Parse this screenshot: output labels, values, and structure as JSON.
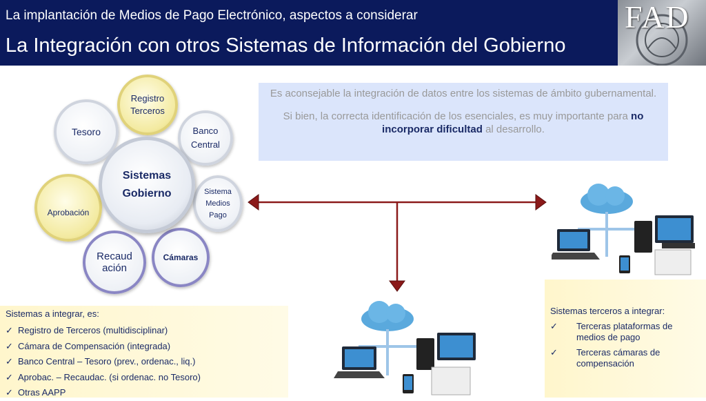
{
  "header": {
    "subtitle": "La implantación de Medios de Pago Electrónico, aspectos a considerar",
    "title": "La Integración con otros Sistemas de Información del Gobierno",
    "logo_text": "FAD",
    "background": "#0b1a5c"
  },
  "info": {
    "line1": "Es aconsejable la integración de datos entre los sistemas de ámbito gubernamental.",
    "line2_pre": "Si bien, la correcta identificación de los esenciales, es muy importante para",
    "line2_bold": "no incorporar dificultad",
    "line2_post": "al desarrollo."
  },
  "diagram": {
    "center": {
      "line1": "Sistemas",
      "line2": "Gobierno"
    },
    "registro": {
      "line1": "Registro",
      "line2": "Terceros"
    },
    "tesoro": "Tesoro",
    "banco": {
      "line1": "Banco",
      "line2": "Central"
    },
    "sistema": {
      "line1": "Sistema",
      "line2": "Medios",
      "line3": "Pago"
    },
    "aprobacion": "Aprobación",
    "recaudacion": {
      "line1": "Recaud",
      "line2": "ación"
    },
    "camaras": "Cámaras"
  },
  "left_list": {
    "heading": "Sistemas a integrar, es:",
    "items": [
      "Registro de Terceros (multidisciplinar)",
      "Cámara de Compensación (integrada)",
      "Banco Central – Tesoro (prev., ordenac., liq.)",
      "Aprobac. – Recaudac. (si ordenac. no Tesoro)",
      "Otras AAPP"
    ]
  },
  "right_list": {
    "heading": "Sistemas terceros a integrar:",
    "items": [
      "Terceras plataformas de medios de pago",
      "Terceras cámaras de compensación"
    ]
  },
  "colors": {
    "arrow": "#8b1a1a",
    "info_bg": "#dbe5fb",
    "list_bg": "#fff6cc",
    "text_dark": "#1a2a66"
  },
  "icons": [
    "cloud-icon",
    "computer-network-icon",
    "check-icon"
  ]
}
